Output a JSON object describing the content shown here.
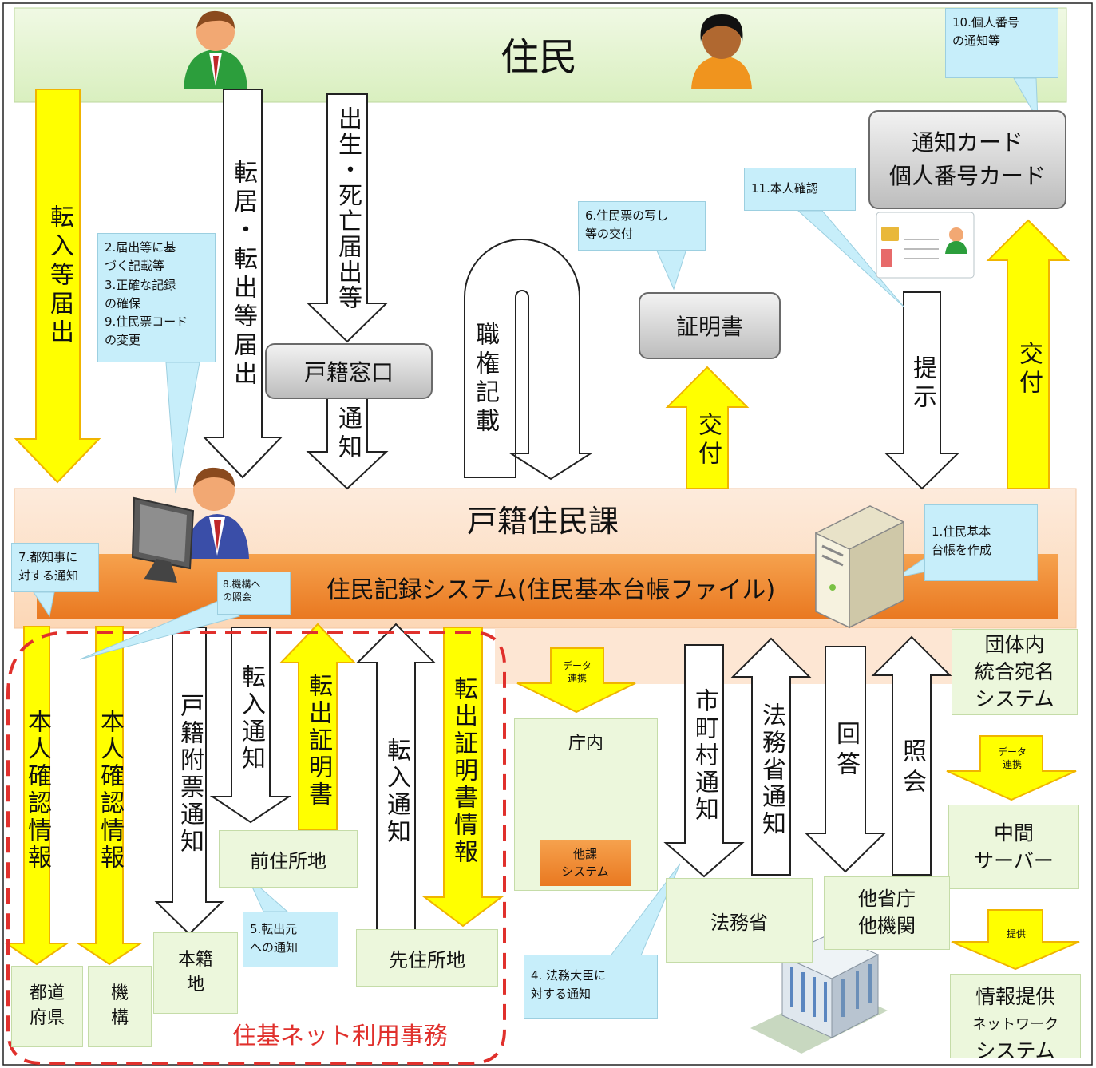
{
  "header": {
    "residents": "住民"
  },
  "callouts": {
    "c10": "10.個人番号\nの通知等",
    "c11": "11.本人確認",
    "c6": "6.住民票の写し\n等の交付",
    "c2": "2.届出等に基\nづく記載等\n3.正確な記録\nの確保\n9.住民票コード\nの変更",
    "c1": "1.住民基本\n台帳を作成",
    "c7": "7.都知事に\n対する通知",
    "c8": "8.機構へ\nの照会",
    "c5": "5.転出元\nへの通知",
    "c4": "4. 法務大臣に\n対する通知"
  },
  "boxes": {
    "card": "通知カード\n個人番号カード",
    "certificate": "証明書",
    "koseki_window": "戸籍窓口",
    "section": "戸籍住民課",
    "system": "住民記録システム(住民基本台帳ファイル)",
    "integrated": "団体内\n統合宛名\nシステム",
    "middle_server": "中間\nサーバー",
    "info_network_1": "情報提供",
    "info_network_2": "ネットワーク",
    "info_network_3": "システム",
    "prefecture": "都道\n府県",
    "organization": "機\n構",
    "honseki": "本籍\n地",
    "former_address": "前住所地",
    "destination": "先住所地",
    "internal": "庁内",
    "other_dept": "他課\nシステム",
    "moj": "法務省",
    "other_agencies": "他省庁\n他機関",
    "jukinet": "住基ネット利用事務",
    "data_link_1": "データ\n連携",
    "data_link_2": "データ\n連携",
    "provide": "提供"
  },
  "arrows": {
    "a_move_in": "転入等届出",
    "a_move": "転居・転出等届出",
    "a_birth": "出生・死亡届出等",
    "a_notice": "通知",
    "a_ex_officio": "職権記載",
    "a_issue_cert": "交付",
    "a_present": "提示",
    "a_issue_card": "交付",
    "a_id_info_1": "本人確認情報",
    "a_id_info_2": "本人確認情報",
    "a_koseki_notice": "戸籍附票通知",
    "a_movein_notice": "転入通知",
    "a_moveout_cert": "転出証明書",
    "a_movein_notice2": "転入通知",
    "a_moveout_cert_info": "転出証明書情報",
    "a_municipal_notice": "市町村通知",
    "a_moj_notice": "法務省通知",
    "a_answer": "回答",
    "a_inquiry": "照会"
  },
  "colors": {
    "yellow": "#ffff00",
    "yellow_edge": "#f5b800",
    "green_bg": "#ecf7dc",
    "callout": "#c7eefa",
    "orange": "#f08a2c",
    "peach": "#fde3cc",
    "dash_red": "#e0302c"
  }
}
